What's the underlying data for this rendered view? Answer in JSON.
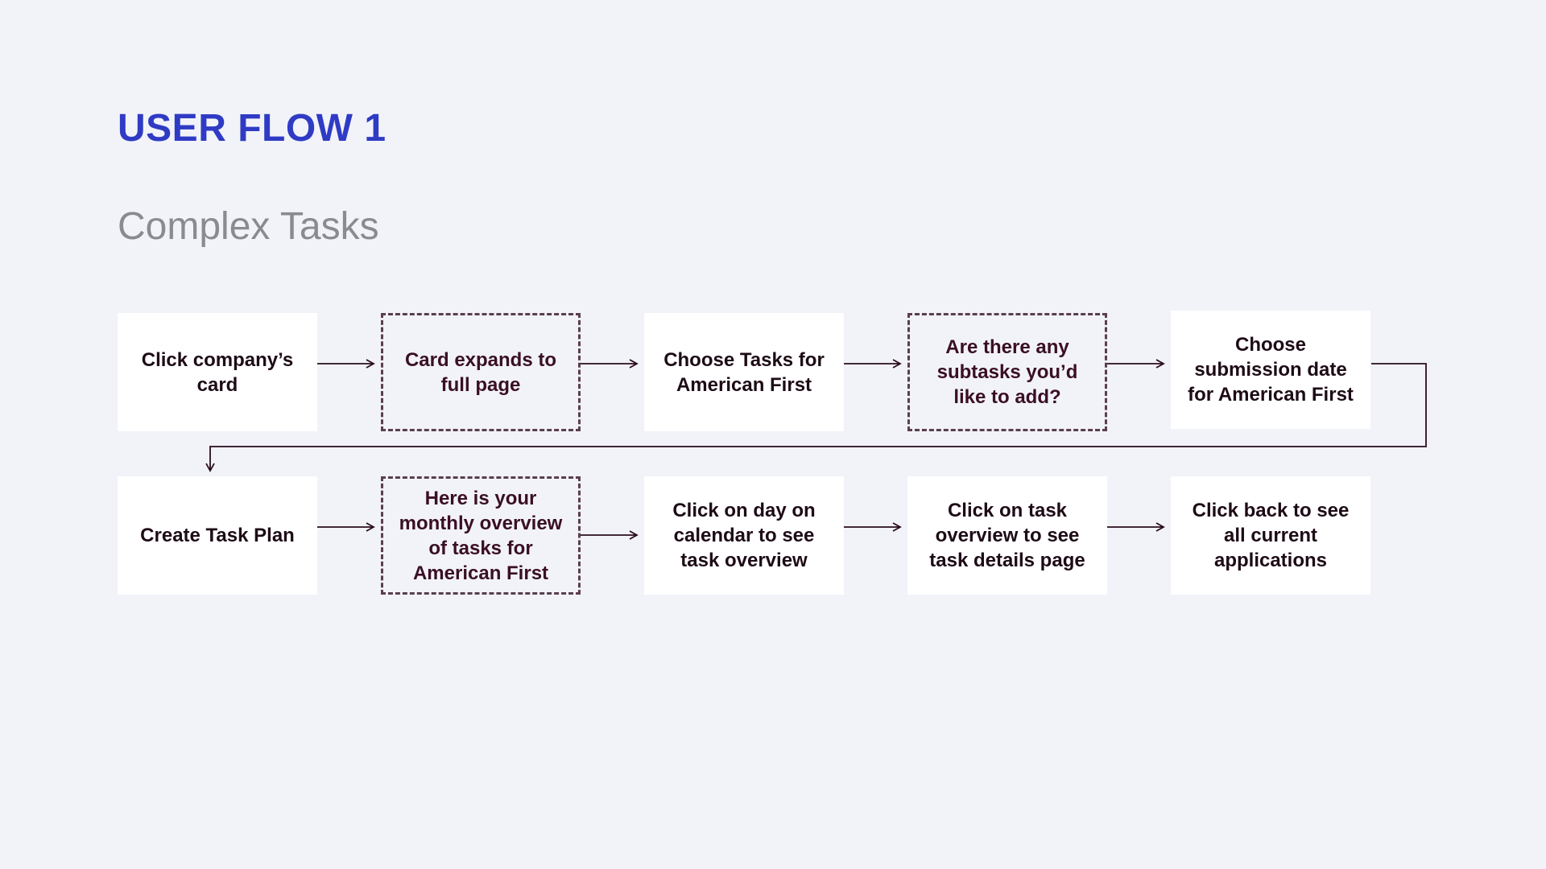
{
  "header": {
    "title": "USER FLOW 1",
    "subtitle": "Complex Tasks"
  },
  "colors": {
    "background": "#f2f3f9",
    "title": "#2f3bc4",
    "subtitle": "#8a8a8f",
    "box_fill": "#ffffff",
    "dashed_border": "#5a3f4c",
    "connector": "#2a0c1c"
  },
  "flow": {
    "row1": [
      {
        "label": "Click company’s card",
        "style": "solid"
      },
      {
        "label": "Card expands to full page",
        "style": "dashed"
      },
      {
        "label": "Choose Tasks for American First",
        "style": "solid"
      },
      {
        "label": "Are there any subtasks you’d like to add?",
        "style": "dashed"
      },
      {
        "label": "Choose submission date for American First",
        "style": "solid"
      }
    ],
    "row2": [
      {
        "label": "Create Task Plan",
        "style": "solid"
      },
      {
        "label": "Here is your monthly overview of tasks for American First",
        "style": "dashed"
      },
      {
        "label": "Click on day on calendar to see task overview",
        "style": "solid"
      },
      {
        "label": "Click on task overview to see task details page",
        "style": "solid"
      },
      {
        "label": "Click back to see all current applications",
        "style": "solid"
      }
    ]
  }
}
